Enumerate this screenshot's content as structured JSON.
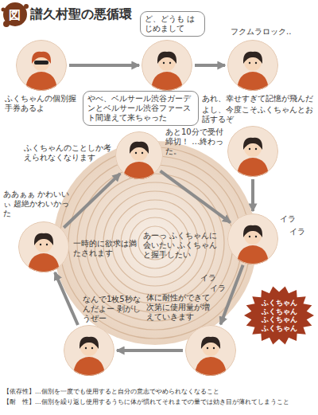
{
  "diagram": {
    "title": "譜久村聖の悪循環",
    "nodes": [
      {
        "text": [
          "ふくちゃんの個別握手券あるよ"
        ]
      },
      {
        "text": [
          "ど、どうも はじめまして"
        ]
      },
      {
        "text": [
          "フクムラロック..",
          "あれ、幸せすぎて記憶が飛んだ"
        ]
      },
      {
        "text": [
          "よし、今度こそふくちゃんとお話するぞ"
        ]
      },
      {
        "text": [
          "あーっ ふくちゃんに会いたい ふくちゃんと握手したい"
        ]
      },
      {
        "text": [
          "ふくちゃん ふくちゃん ふくちゃん ふくちゃん"
        ]
      },
      {
        "text": [
          "体に耐性ができて次第に使用量が増えていきます"
        ]
      },
      {
        "text": [
          "なんで1枚5秒なんだよー 剥がしうぜー"
        ]
      },
      {
        "text": [
          "ああぁぁ かわいいぃ 超絶かわいかった",
          "一時的に欲求は満たされます"
        ]
      },
      {
        "text": [
          "やべ、ベルサール渋谷ガーデンとベルサール渋谷ファースト間違えて来ちゃった",
          "あと10分で受付締切！ …終わった。",
          "ふくちゃんのことしか考えられなくなります"
        ]
      }
    ],
    "edges": [
      {
        "from": 0,
        "to": 1,
        "arrow": "to"
      },
      {
        "from": 1,
        "to": 2,
        "arrow": "to"
      },
      {
        "from": 3,
        "to": 4,
        "arrow": "to"
      },
      {
        "from": 4,
        "to": 6,
        "arrow": "to"
      },
      {
        "from": 6,
        "to": 7,
        "arrow": "to"
      },
      {
        "from": 7,
        "to": 8,
        "arrow": "to"
      },
      {
        "from": 8,
        "to": 9,
        "arrow": "to"
      },
      {
        "from": 9,
        "to": 4,
        "arrow": "to"
      }
    ],
    "labels": [
      "図",
      "イラ",
      "イラ",
      "イラ",
      "イラ",
      "【依存性】…個別を一度でも使用すると自分の意志でやめられなくなること",
      "【耐　性】…個別を繰り返し使用するうちに体が慣れてそれまでの量では効き目が薄れてしまうこと"
    ]
  }
}
